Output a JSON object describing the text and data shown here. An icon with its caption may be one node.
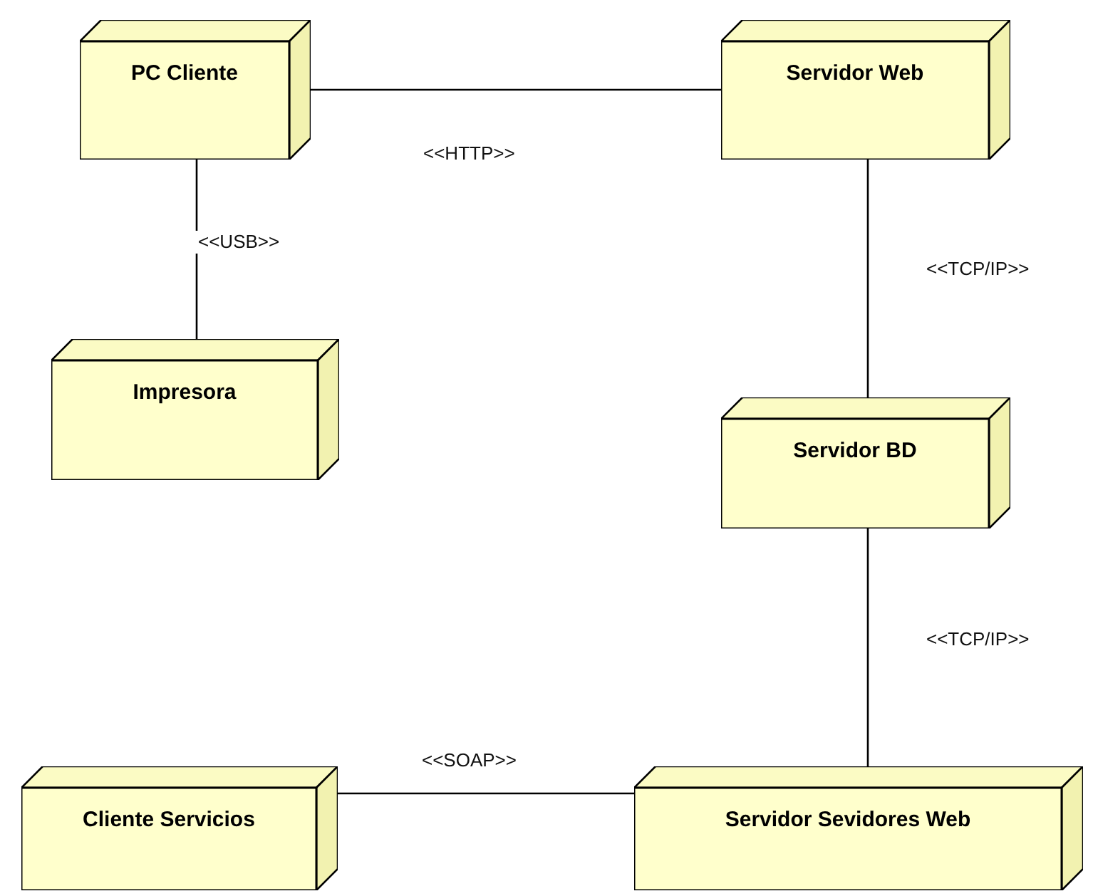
{
  "diagram": {
    "nodes": [
      {
        "text": [
          "PC Cliente"
        ]
      },
      {
        "text": [
          "Servidor Web"
        ]
      },
      {
        "text": [
          "Impresora"
        ]
      },
      {
        "text": [
          "Servidor BD"
        ]
      },
      {
        "text": [
          "Cliente Servicios"
        ]
      },
      {
        "text": [
          "Servidor Sevidores Web"
        ]
      }
    ],
    "edges": [
      {
        "from": 0,
        "to": 1,
        "arrow": "none",
        "label": "<<HTTP>>"
      },
      {
        "from": 0,
        "to": 2,
        "arrow": "none",
        "label": "<<USB>>"
      },
      {
        "from": 1,
        "to": 3,
        "arrow": "none",
        "label": "<<TCP/IP>>"
      },
      {
        "from": 3,
        "to": 5,
        "arrow": "none",
        "label": "<<TCP/IP>>"
      },
      {
        "from": 4,
        "to": 5,
        "arrow": "none",
        "label": "<<SOAP>>"
      }
    ]
  }
}
